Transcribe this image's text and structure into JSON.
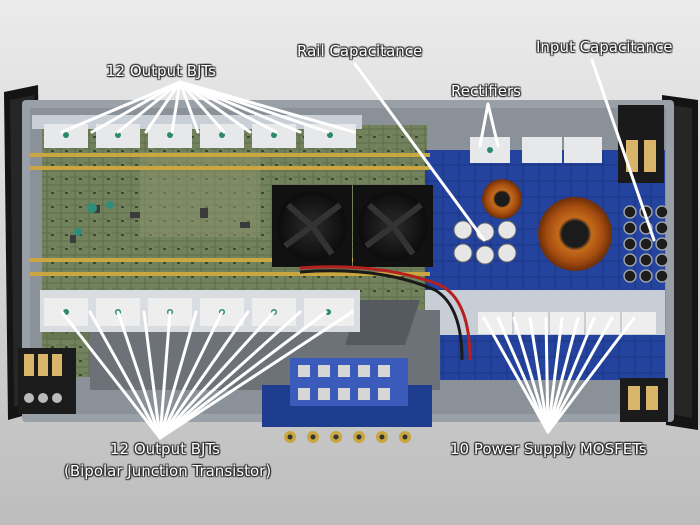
{
  "annotations": {
    "bjt_top": "12 Output BJTs",
    "rail_cap": "Rail Capacitance",
    "rectifiers": "Rectifiers",
    "input_cap": "Input Capacitance",
    "bjt_bottom": "12 Output BJTs",
    "bjt_bottom_sub": "(Bipolar Junction Transistor)",
    "mosfets": "10 Power Supply MOSFETs"
  },
  "colors": {
    "background": "#cfcfcf",
    "pcb_green": "#6f7f5a",
    "pcb_blue": "#1f3f9a",
    "heatsink": "#b9bfc6",
    "annotation": "#ffffff"
  }
}
